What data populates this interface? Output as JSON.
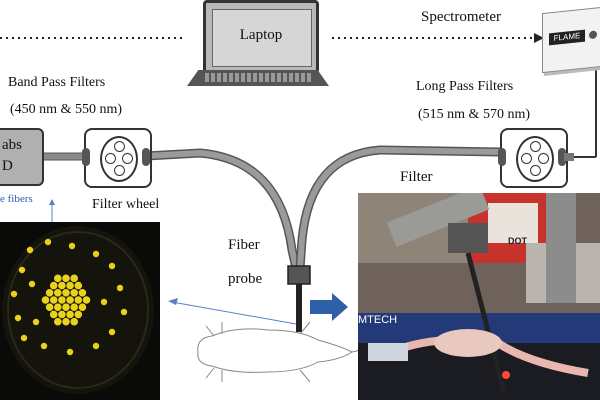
{
  "labels": {
    "laptop": "Laptop",
    "spectrometer": "Spectrometer",
    "spectrometer_badge": "FLAME",
    "band_pass_title": "Band Pass Filters",
    "band_pass_wavelengths": "(450 nm & 550 nm)",
    "long_pass_title": "Long Pass Filters",
    "long_pass_wavelengths": "(515 nm & 570 nm)",
    "source_line1": "abs",
    "source_line2": "D",
    "filter_wheel": "Filter wheel",
    "filter": "Filter",
    "fiber_probe_line1": "Fiber",
    "fiber_probe_line2": "probe",
    "fibers_note": "e fibers",
    "photo_text_tech": "MTECH",
    "photo_text_dot": "DOT"
  },
  "colors": {
    "fiber_gray": "#8a8a8a",
    "arrow_blue": "#2f5fa8",
    "fiber_dot": "#e8d21a",
    "photo_red": "#c8322c"
  }
}
